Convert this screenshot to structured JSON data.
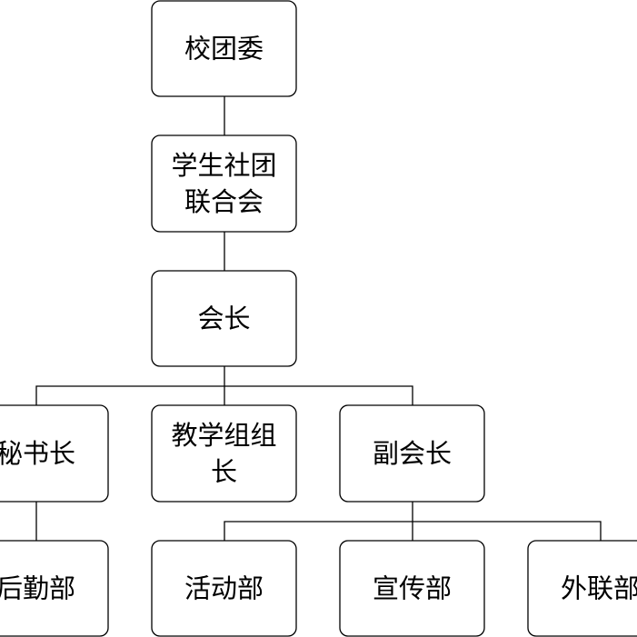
{
  "nodes": {
    "youth_league": {
      "lines": [
        "校团委"
      ]
    },
    "club_union": {
      "lines": [
        "学生社团",
        "联合会"
      ]
    },
    "president": {
      "lines": [
        "会长"
      ]
    },
    "secretary_general": {
      "lines": [
        "秘书长"
      ]
    },
    "teaching_group_leader": {
      "lines": [
        "教学组组",
        "长"
      ]
    },
    "vice_president": {
      "lines": [
        "副会长"
      ]
    },
    "logistics_dept": {
      "lines": [
        "后勤部"
      ]
    },
    "activities_dept": {
      "lines": [
        "活动部"
      ]
    },
    "publicity_dept": {
      "lines": [
        "宣传部"
      ]
    },
    "external_dept": {
      "lines": [
        "外联部"
      ]
    }
  }
}
